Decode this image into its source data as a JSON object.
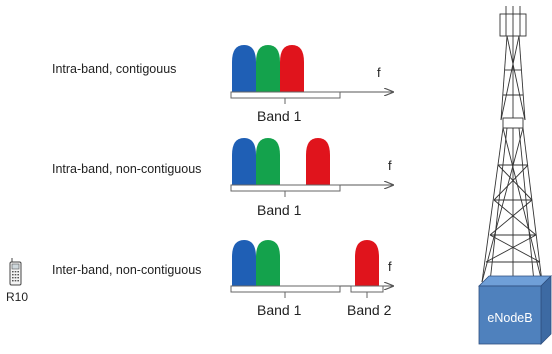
{
  "rows": [
    {
      "label": "Intra-band, contigouus",
      "axis_label": "f",
      "bands": [
        "Band 1"
      ]
    },
    {
      "label": "Intra-band, non-contiguous",
      "axis_label": "f",
      "bands": [
        "Band 1"
      ]
    },
    {
      "label": "Inter-band, non-contiguous",
      "axis_label": "f",
      "bands": [
        "Band 1",
        "Band 2"
      ]
    }
  ],
  "carrier_colors": {
    "blue": "#1f5fb5",
    "green": "#14a24c",
    "red": "#e0141c"
  },
  "device_label": "R10",
  "enodeb_label": "eNodeB",
  "enodeb_color": "#4f81bd",
  "device_icon": "phone-icon",
  "tower_icon": "antenna-tower-icon"
}
